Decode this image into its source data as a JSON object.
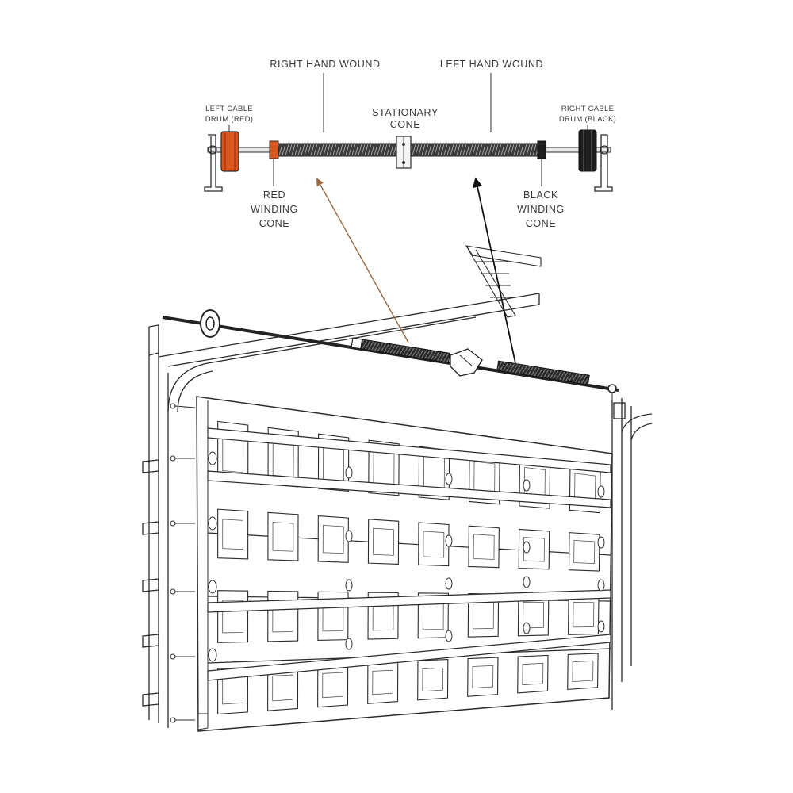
{
  "labels": {
    "right_hand_wound": "RIGHT HAND WOUND",
    "left_hand_wound": "LEFT HAND WOUND",
    "stationary_cone": [
      "STATIONARY",
      "CONE"
    ],
    "left_cable_drum": [
      "LEFT CABLE",
      "DRUM (RED)"
    ],
    "right_cable_drum": [
      "RIGHT CABLE",
      "DRUM (BLACK)"
    ],
    "red_winding_cone": [
      "RED",
      "WINDING",
      "CONE"
    ],
    "black_winding_cone": [
      "BLACK",
      "WINDING",
      "CONE"
    ]
  },
  "door": {
    "panel_rows": 4,
    "panel_columns": 8
  },
  "colors": {
    "red_part": "#d9571f",
    "black_part": "#1e1e1e",
    "arrow_brown": "#9a6a45",
    "arrow_black": "#111111",
    "ink": "#2b2b2b"
  }
}
